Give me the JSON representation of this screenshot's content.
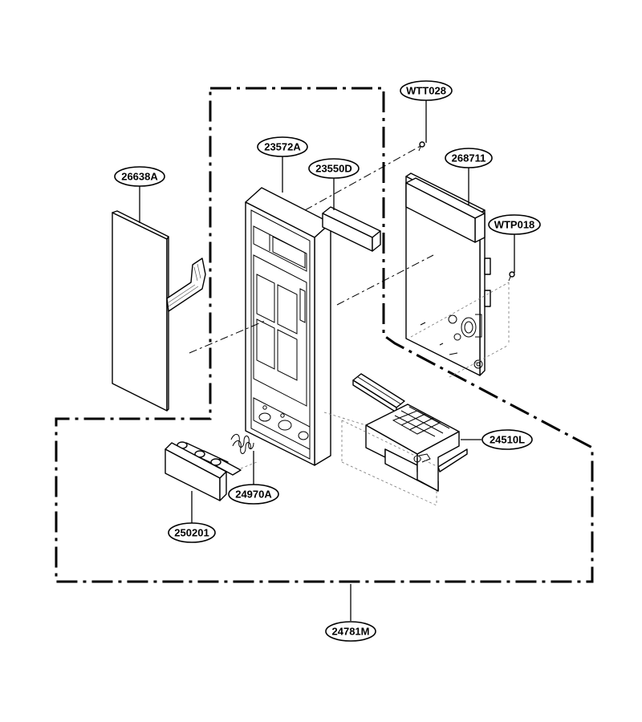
{
  "callouts": {
    "p26638A": "26638A",
    "p23572A": "23572A",
    "p23550D": "23550D",
    "pWTT028": "WTT028",
    "p268711": "268711",
    "pWTP018": "WTP018",
    "p24510L": "24510L",
    "p24970A": "24970A",
    "p250201": "250201",
    "p24781M": "24781M"
  }
}
